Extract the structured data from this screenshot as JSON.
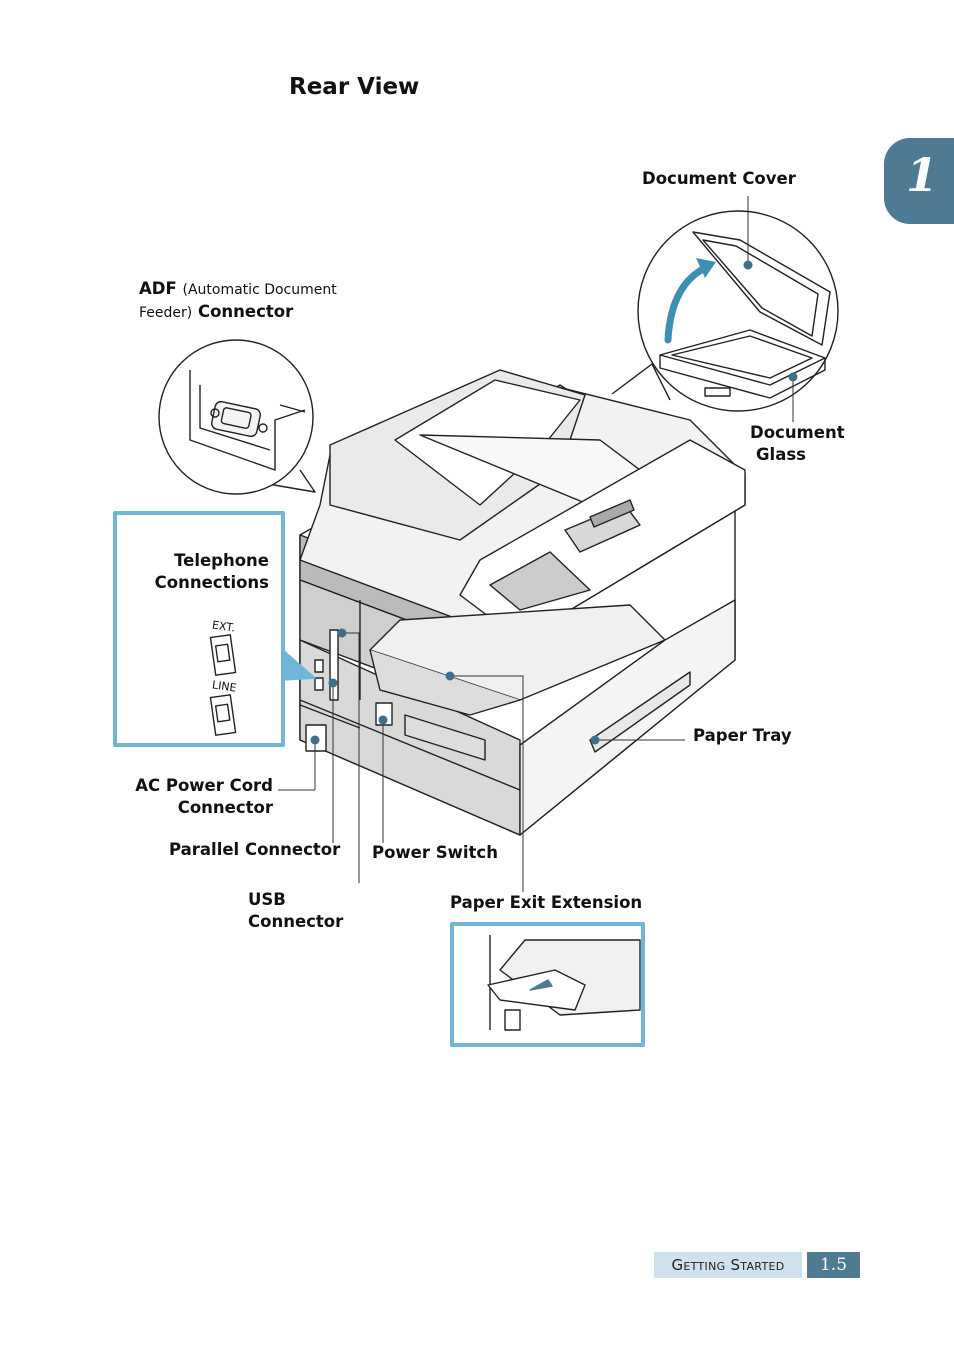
{
  "page_title": "Rear View",
  "chapter": {
    "number": "1"
  },
  "labels": {
    "document_cover": "Document Cover",
    "adf_bold": "ADF",
    "adf_paren": "(Automatic Document",
    "adf_feeder": "Feeder)",
    "adf_connector": "Connector",
    "telephone_line1": "Telephone",
    "telephone_line2": "Connections",
    "ext": "EXT.",
    "line": "LINE",
    "document_glass_line1": "Document",
    "document_glass_line2": "Glass",
    "paper_tray": "Paper Tray",
    "ac_power_line1": "AC Power Cord",
    "ac_power_line2": "Connector",
    "parallel_connector": "Parallel Connector",
    "power_switch": "Power Switch",
    "usb_line1": "USB",
    "usb_line2": "Connector",
    "paper_exit_extension": "Paper Exit Extension"
  },
  "footer": {
    "section": "Getting Started",
    "page": "1.5"
  },
  "colors": {
    "accent_blue": "#4e7a93",
    "callout_blue": "#6fb6d9",
    "light_blue": "#cfe2ee",
    "dot": "#3f6f8a"
  }
}
